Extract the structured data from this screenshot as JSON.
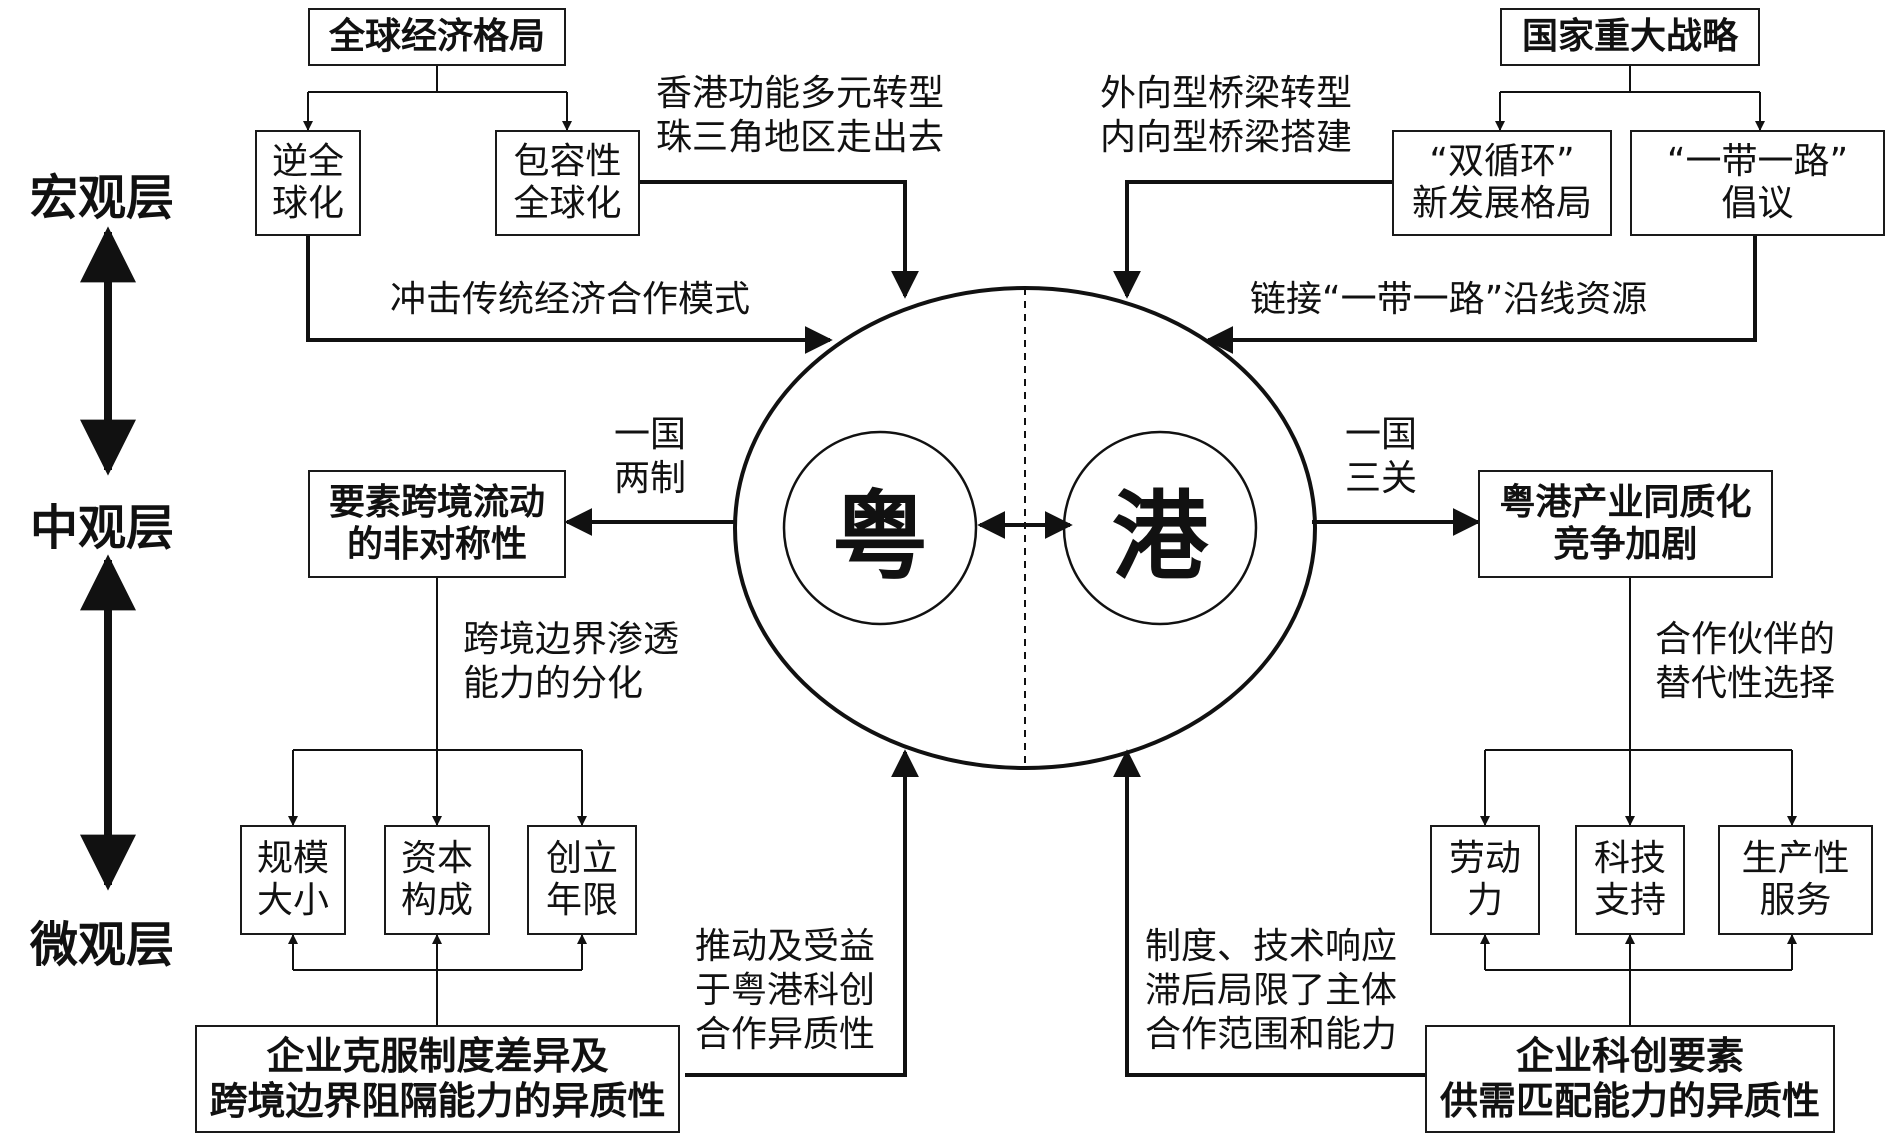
{
  "layers": {
    "macro": "宏观层",
    "meso": "中观层",
    "micro": "微观层"
  },
  "center": {
    "left": "粤",
    "right": "港"
  },
  "macro": {
    "global_econ": "全球经济格局",
    "anti_global": [
      "逆全",
      "球化"
    ],
    "inclusive_global": [
      "包容性",
      "全球化"
    ],
    "national_strategy": "国家重大战略",
    "dual_circulation": [
      "“双循环”",
      "新发展格局"
    ],
    "belt_road": [
      "“一带一路”",
      "倡议"
    ],
    "hk_transform": [
      "香港功能多元转型",
      "珠三角地区走出去"
    ],
    "bridge": [
      "外向型桥梁转型",
      "内向型桥梁搭建"
    ],
    "impact": "冲击传统经济合作模式",
    "link": "链接“一带一路”沿线资源"
  },
  "meso": {
    "one_country_two_systems": [
      "一国",
      "两制"
    ],
    "one_country_three_customs": [
      "一国",
      "三关"
    ],
    "asymmetry": [
      "要素跨境流动",
      "的非对称性"
    ],
    "homogeneity": [
      "粤港产业同质化",
      "竞争加剧"
    ],
    "permeation": [
      "跨境边界渗透",
      "能力的分化"
    ],
    "partner": [
      "合作伙伴的",
      "替代性选择"
    ]
  },
  "micro": {
    "scale": [
      "规模",
      "大小"
    ],
    "capital": [
      "资本",
      "构成"
    ],
    "founding": [
      "创立",
      "年限"
    ],
    "labor": [
      "劳动",
      "力"
    ],
    "tech": [
      "科技",
      "支持"
    ],
    "producer": [
      "生产性",
      "服务"
    ],
    "firm_overcome": [
      "企业克服制度差异及",
      "跨境边界阻隔能力的异质性"
    ],
    "firm_supply": [
      "企业科创要素",
      "供需匹配能力的异质性"
    ],
    "promote": [
      "推动及受益",
      "于粤港科创",
      "合作异质性"
    ],
    "lag": [
      "制度、技术响应",
      "滞后局限了主体",
      "合作范围和能力"
    ]
  }
}
